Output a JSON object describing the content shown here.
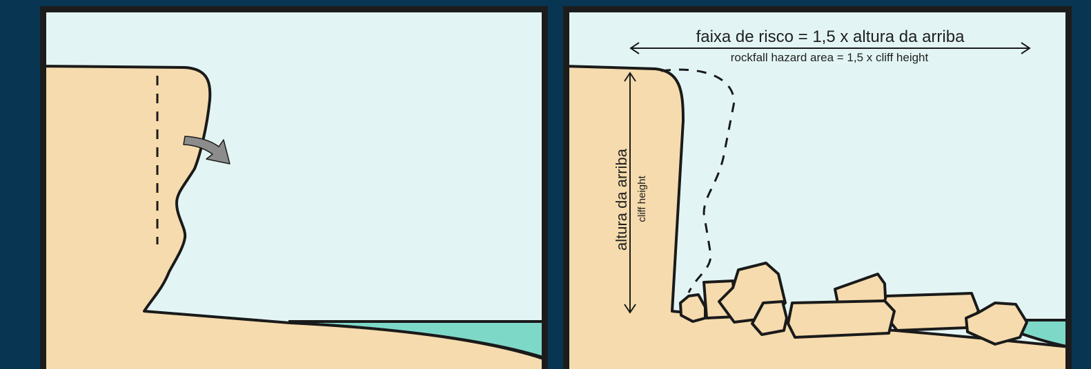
{
  "colors": {
    "background": "#073552",
    "frame": "#1c1c1c",
    "sky": "#e2f5f4",
    "sand": "#f5dbad",
    "sea": "#7ed8c8",
    "outline": "#1a1a1a",
    "arrow": "#8c8c8c"
  },
  "icons": {
    "fall_arrow": "curved-arrow-icon",
    "dimension_arrow": "double-headed-arrow-icon"
  },
  "right_panel": {
    "hazard_label_pt": "faixa de risco = 1,5 x altura da arriba",
    "hazard_label_en": "rockfall hazard area = 1,5 x cliff height",
    "height_label_pt": "altura da arriba",
    "height_label_en": "cliff height"
  }
}
